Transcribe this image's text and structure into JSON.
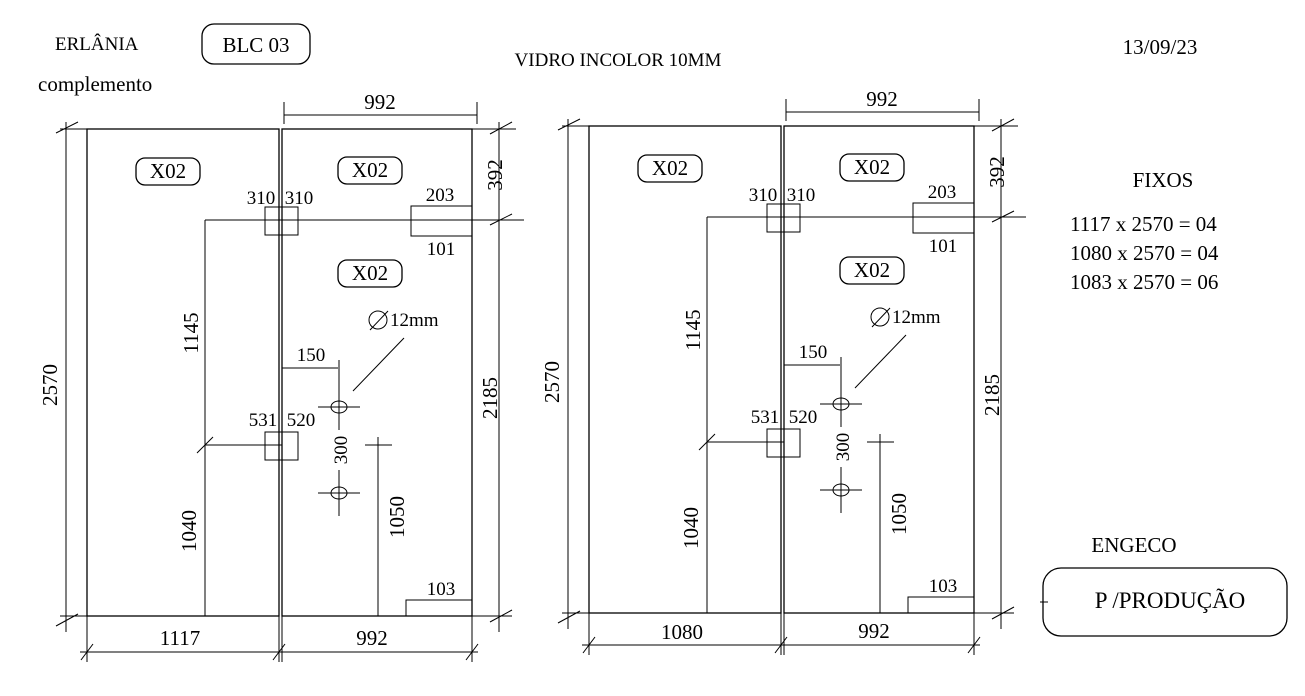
{
  "header": {
    "client": "ERLÂNIA",
    "block_code": "BLC 03",
    "subtitle": "complemento",
    "material": "VIDRO INCOLOR 10MM",
    "date": "13/09/23"
  },
  "drawings": [
    {
      "label_tag": "X02",
      "dim_top_width": "992",
      "dim_total_height": "2570",
      "dim_right_top": "392",
      "dim_right_bottom": "2185",
      "dim_bottom_left": "1117",
      "dim_bottom_right": "992",
      "dim_left_lower_height": "1145",
      "dim_left_bottom_height": "1040",
      "hinge_top_left": "310",
      "hinge_top_right": "310",
      "hinge_bottom_left": "531",
      "hinge_bottom_right": "520",
      "notch_top": "203",
      "notch_bottom": "101",
      "handle_offset": "150",
      "handle_spacing": "300",
      "hole_diameter": "12mm",
      "handle_height": "1050",
      "corner_notch": "103"
    },
    {
      "label_tag": "X02",
      "dim_top_width": "992",
      "dim_total_height": "2570",
      "dim_right_top": "392",
      "dim_right_bottom": "2185",
      "dim_bottom_left": "1080",
      "dim_bottom_right": "992",
      "dim_left_lower_height": "1145",
      "dim_left_bottom_height": "1040",
      "hinge_top_left": "310",
      "hinge_top_right": "310",
      "hinge_bottom_left": "531",
      "hinge_bottom_right": "520",
      "notch_top": "203",
      "notch_bottom": "101",
      "handle_offset": "150",
      "handle_spacing": "300",
      "hole_diameter": "12mm",
      "handle_height": "1050",
      "corner_notch": "103"
    }
  ],
  "fixos": {
    "title": "FIXOS",
    "rows": [
      "1117 x 2570 = 04",
      "1080 x 2570 = 04",
      "1083 x 2570 = 06"
    ]
  },
  "footer": {
    "company": "ENGECO",
    "status": "P /PRODUÇÃO"
  }
}
